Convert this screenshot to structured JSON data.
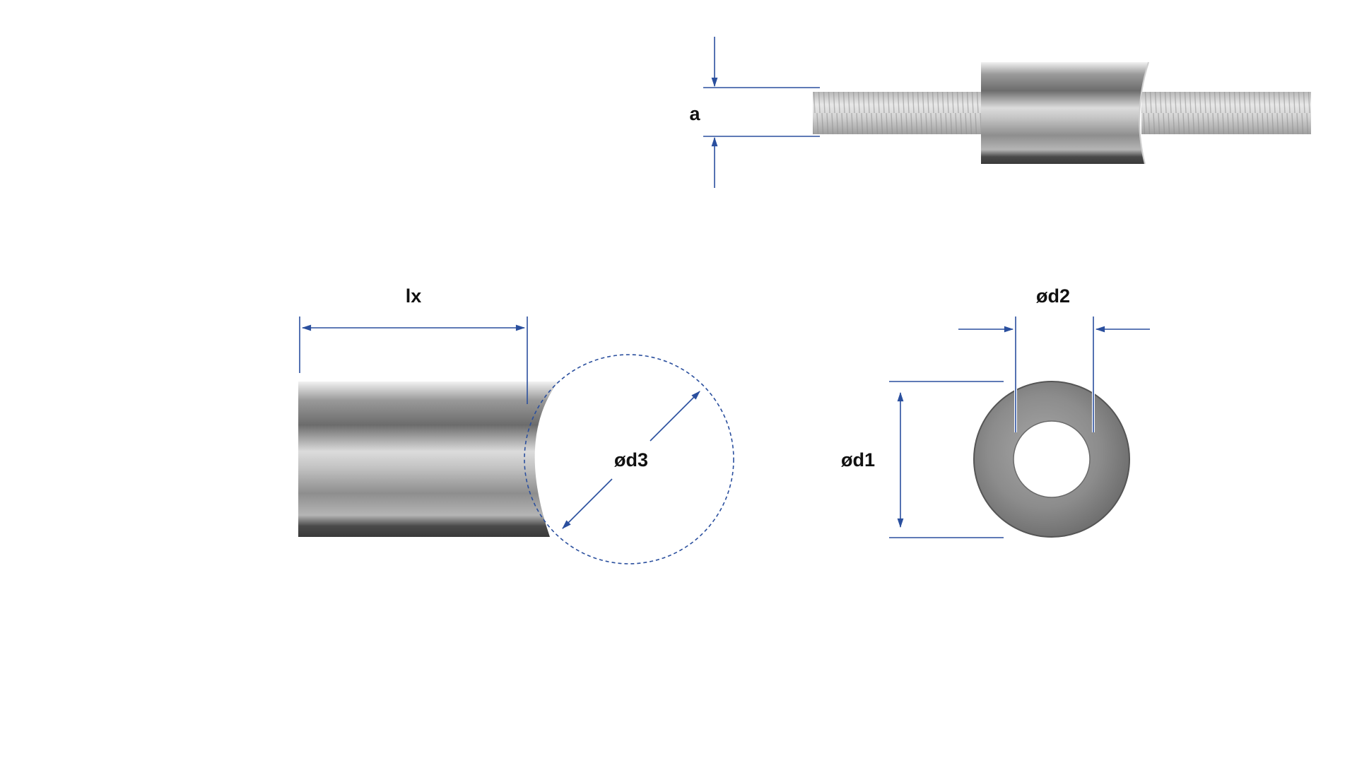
{
  "labels": {
    "a": "a",
    "lx": "lx",
    "d1": "ød1",
    "d2": "ød2",
    "d3": "ød3"
  },
  "colors": {
    "dimension_line": "#2a4f9e",
    "label_text": "#111111",
    "steel_dark": "#5e5e5e",
    "steel_mid": "#a9a9a9",
    "steel_light": "#e6e6e6",
    "thread": "#c9c9c9"
  }
}
